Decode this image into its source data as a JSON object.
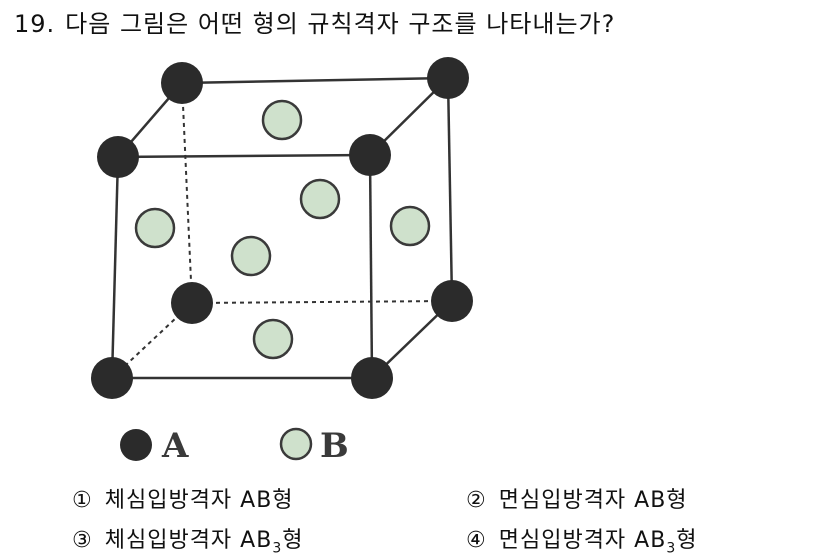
{
  "question": {
    "number": "19.",
    "text": "다음 그림은 어떤 형의 규칙격자 구조를 나타내는가?"
  },
  "figure": {
    "legend": [
      {
        "label": "A",
        "color": "#2b2b2b"
      },
      {
        "label": "B",
        "color": "#cfe1cc"
      }
    ]
  },
  "choices": [
    {
      "mark": "①",
      "text": "체심입방격자 AB형",
      "sub": ""
    },
    {
      "mark": "②",
      "text": "면심입방격자 AB형",
      "sub": ""
    },
    {
      "mark": "③",
      "text": "체심입방격자 AB",
      "sub": "3",
      "suffix": "형"
    },
    {
      "mark": "④",
      "text": "면심입방격자 AB",
      "sub": "3",
      "suffix": "형"
    }
  ]
}
